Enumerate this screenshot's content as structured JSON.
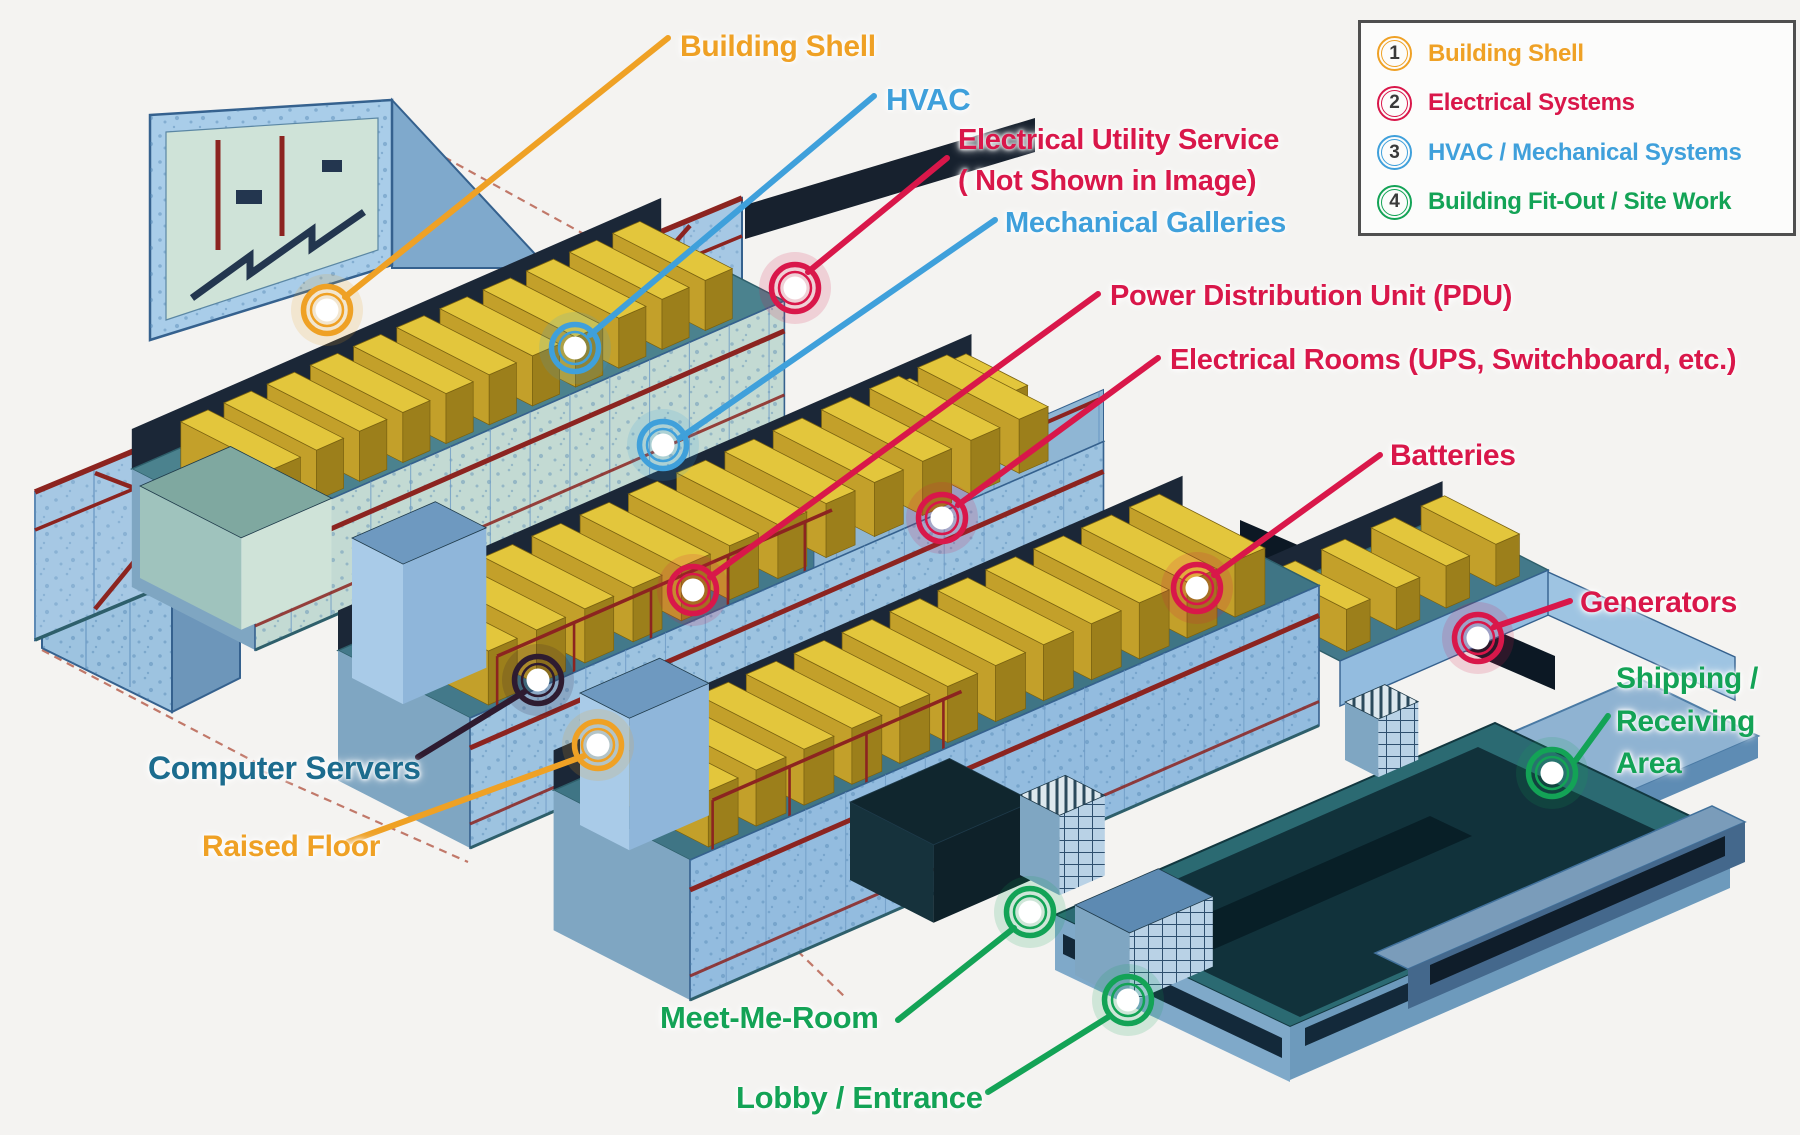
{
  "colors": {
    "orange": "#EFA125",
    "red": "#D9174A",
    "blue": "#3FA0DB",
    "green": "#13A356",
    "teal": "#1C6C8E",
    "dark": "#2E1B30",
    "background": "#F4F3F1",
    "legend_number": "#3A3A3A"
  },
  "legend": {
    "items": [
      {
        "num": "1",
        "label": "Building Shell",
        "color_key": "orange"
      },
      {
        "num": "2",
        "label": "Electrical Systems",
        "color_key": "red"
      },
      {
        "num": "3",
        "label": "HVAC / Mechanical Systems",
        "color_key": "blue"
      },
      {
        "num": "4",
        "label": "Building Fit-Out / Site Work",
        "color_key": "green"
      }
    ]
  },
  "callouts": [
    {
      "id": "building-shell",
      "color_key": "orange",
      "lines": [
        "Building Shell"
      ]
    },
    {
      "id": "hvac",
      "color_key": "blue",
      "lines": [
        "HVAC"
      ]
    },
    {
      "id": "electrical-utility",
      "color_key": "red",
      "lines": [
        "Electrical Utility Service",
        "( Not Shown in Image)"
      ]
    },
    {
      "id": "mechanical-galleries",
      "color_key": "blue",
      "lines": [
        "Mechanical Galleries"
      ]
    },
    {
      "id": "pdu",
      "color_key": "red",
      "lines": [
        "Power Distribution Unit (PDU)"
      ]
    },
    {
      "id": "electrical-rooms",
      "color_key": "red",
      "lines": [
        "Electrical Rooms (UPS, Switchboard, etc.)"
      ]
    },
    {
      "id": "batteries",
      "color_key": "red",
      "lines": [
        "Batteries"
      ]
    },
    {
      "id": "generators",
      "color_key": "red",
      "lines": [
        "Generators"
      ]
    },
    {
      "id": "shipping-receiving",
      "color_key": "green",
      "lines": [
        "Shipping /",
        "Receiving",
        "Area"
      ]
    },
    {
      "id": "computer-servers",
      "color_key": "teal",
      "marker_color_key": "dark",
      "lines": [
        "Computer Servers"
      ]
    },
    {
      "id": "raised-floor",
      "color_key": "orange",
      "lines": [
        "Raised Floor"
      ]
    },
    {
      "id": "meet-me-room",
      "color_key": "green",
      "lines": [
        "Meet-Me-Room"
      ]
    },
    {
      "id": "lobby-entrance",
      "color_key": "green",
      "lines": [
        "Lobby / Entrance"
      ]
    }
  ]
}
